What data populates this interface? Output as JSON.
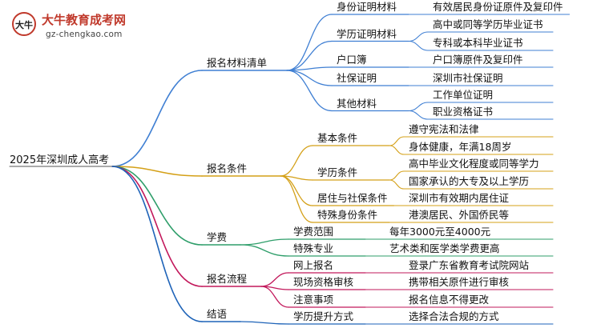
{
  "logo": {
    "brand_name": "大牛教育成考网",
    "url_text": "gz-chengkao.com",
    "mark_text": "大牛",
    "accent_color": "#c0392b"
  },
  "mindmap": {
    "root": "2025年深圳成人高考",
    "branches": [
      {
        "label": "报名材料清单",
        "color": "#3f7fd3",
        "children": [
          {
            "label": "身份证明材料",
            "leaves": [
              "有效居民身份证原件及复印件"
            ]
          },
          {
            "label": "学历证明材料",
            "leaves": [
              "高中或同等学历毕业证书",
              "专科或本科毕业证书"
            ]
          },
          {
            "label": "户口簿",
            "leaves": [
              "户口簿原件及复印件"
            ]
          },
          {
            "label": "社保证明",
            "leaves": [
              "深圳市社保证明"
            ]
          },
          {
            "label": "其他材料",
            "leaves": [
              "工作单位证明",
              "职业资格证书"
            ]
          }
        ]
      },
      {
        "label": "报名条件",
        "color": "#d4a017",
        "children": [
          {
            "label": "基本条件",
            "leaves": [
              "遵守宪法和法律",
              "身体健康，年满18周岁"
            ]
          },
          {
            "label": "学历条件",
            "leaves": [
              "高中毕业文化程度或同等学力",
              "国家承认的大专及以上学历"
            ]
          },
          {
            "label": "居住与社保条件",
            "leaves": [
              "深圳市有效期内居住证"
            ]
          },
          {
            "label": "特殊身份条件",
            "leaves": [
              "港澳居民、外国侨民等"
            ]
          }
        ]
      },
      {
        "label": "学费",
        "color": "#2e9e6a",
        "children": [
          {
            "label": "学费范围",
            "leaves": [
              "每年3000元至4000元"
            ]
          },
          {
            "label": "特殊专业",
            "leaves": [
              "艺术类和医学类学费更高"
            ]
          }
        ]
      },
      {
        "label": "报名流程",
        "color": "#c2185b",
        "children": [
          {
            "label": "网上报名",
            "leaves": [
              "登录广东省教育考试院网站"
            ]
          },
          {
            "label": "现场资格审核",
            "leaves": [
              "携带相关原件进行审核"
            ]
          },
          {
            "label": "注意事项",
            "leaves": [
              "报名信息不得更改"
            ]
          }
        ]
      },
      {
        "label": "结语",
        "color": "#1e63b8",
        "children": [
          {
            "label": "学历提升方式",
            "leaves": [
              "选择合法合规的方式"
            ]
          }
        ]
      }
    ]
  }
}
